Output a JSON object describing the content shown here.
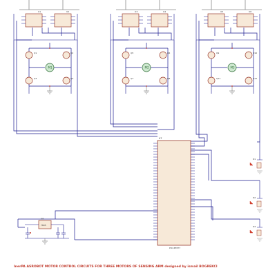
{
  "title": "InerPA ASROBOT MOTOR CONTROL CIRCUITS FOR THREE MOTORS OF SENSING ARM   designed by ismail BOGREKCI",
  "colors": {
    "wire": "#1b1b8f",
    "power": "#8a8a8a",
    "part_fill": "#f7e9d8",
    "part_stroke": "#9a3b2e",
    "motor_fill": "#cde8cf",
    "pin_text": "#333333",
    "title": "#c0392b",
    "node": "#c0392b",
    "led": "#d04030"
  },
  "blocks": [
    {
      "id": "U1",
      "ic_a": "U1",
      "ic_b": "U2",
      "q": [
        "Q1",
        "Q2",
        "Q3",
        "Q4"
      ],
      "motor": "M1"
    },
    {
      "id": "U3",
      "ic_a": "U3",
      "ic_b": "U4",
      "q": [
        "Q5",
        "Q6",
        "Q7",
        "Q8"
      ],
      "motor": "M2"
    },
    {
      "id": "U5",
      "ic_a": "U5",
      "ic_b": "U6",
      "q": [
        "Q9",
        "Q10",
        "Q11",
        "Q12"
      ],
      "motor": "M3"
    }
  ],
  "mcu": {
    "ref": "U7",
    "part": "PIC16F877"
  },
  "regulator": {
    "ref": "U8",
    "part": "7805"
  },
  "leds": [
    "D1",
    "D2",
    "D3"
  ]
}
